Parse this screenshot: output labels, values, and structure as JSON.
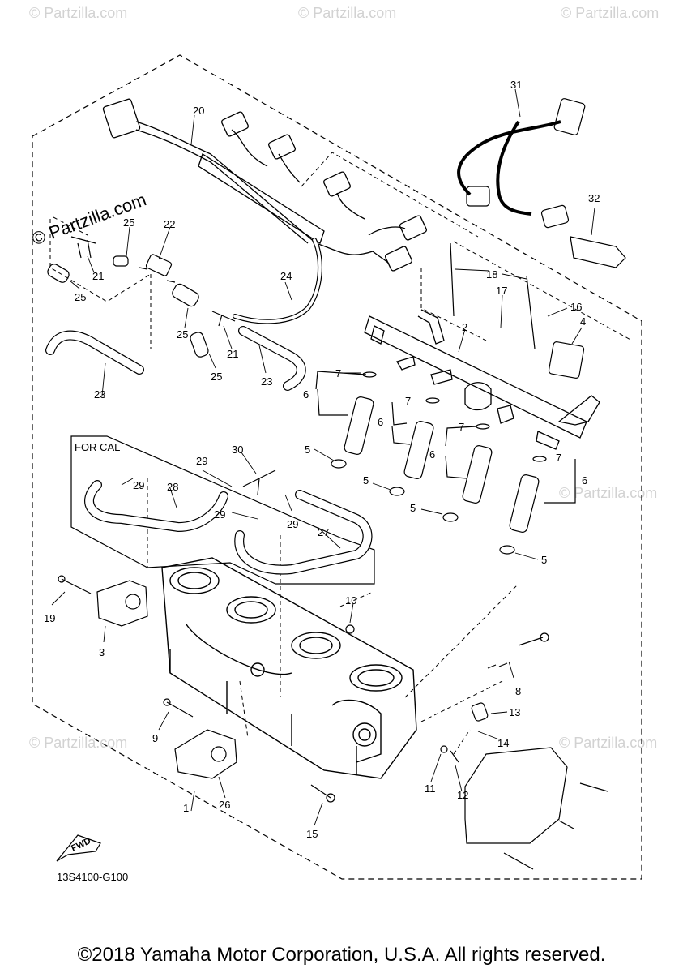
{
  "watermarks": {
    "corner": "© Partzilla.com",
    "side": "© Partzilla.com"
  },
  "labels": {
    "for_cal": "FOR CAL",
    "fwd": "FWD",
    "diagram_code": "13S4100-G100"
  },
  "copyright": "©2018 Yamaha Motor Corporation, U.S.A. All rights reserved.",
  "callouts": {
    "c1": "1",
    "c2": "2",
    "c3": "3",
    "c4": "4",
    "c5a": "5",
    "c5b": "5",
    "c5c": "5",
    "c5d": "5",
    "c6a": "6",
    "c6b": "6",
    "c6c": "6",
    "c6d": "6",
    "c7a": "7",
    "c7b": "7",
    "c7c": "7",
    "c7d": "7",
    "c8": "8",
    "c9": "9",
    "c10": "10",
    "c11": "11",
    "c12": "12",
    "c13": "13",
    "c14": "14",
    "c15": "15",
    "c16": "16",
    "c17": "17",
    "c18": "18",
    "c19": "19",
    "c20": "20",
    "c21a": "21",
    "c21b": "21",
    "c22": "22",
    "c23a": "23",
    "c23b": "23",
    "c24": "24",
    "c25a": "25",
    "c25b": "25",
    "c25c": "25",
    "c25d": "25",
    "c26": "26",
    "c27": "27",
    "c28": "28",
    "c29a": "29",
    "c29b": "29",
    "c29c": "29",
    "c29d": "29",
    "c30": "30",
    "c31": "31",
    "c32": "32"
  }
}
